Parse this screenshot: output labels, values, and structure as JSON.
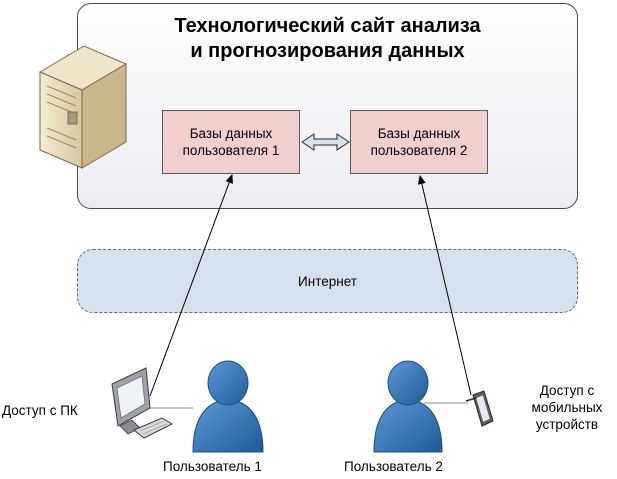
{
  "site": {
    "title_line1": "Технологический сайт анализа",
    "title_line2": "и прогнозирования данных"
  },
  "databases": [
    {
      "line1": "Базы данных",
      "line2": "пользователя 1"
    },
    {
      "line1": "Базы данных",
      "line2": "пользователя 2"
    }
  ],
  "internet": {
    "label": "Интернет"
  },
  "access": {
    "pc": "Доступ с ПК",
    "mobile_line1": "Доступ с",
    "mobile_line2": "мобильных",
    "mobile_line3": "устройств"
  },
  "users": [
    {
      "label": "Пользователь 1"
    },
    {
      "label": "Пользователь 2"
    }
  ],
  "colors": {
    "db_fill": "#f2cfcf",
    "internet_fill": "#d7e1ee",
    "user_blue": "#2f6fb0",
    "server_tan": "#e9dcbc"
  },
  "icons": [
    "server-icon",
    "computer-icon",
    "keyboard-icon",
    "user-icon",
    "mobile-device-icon"
  ]
}
